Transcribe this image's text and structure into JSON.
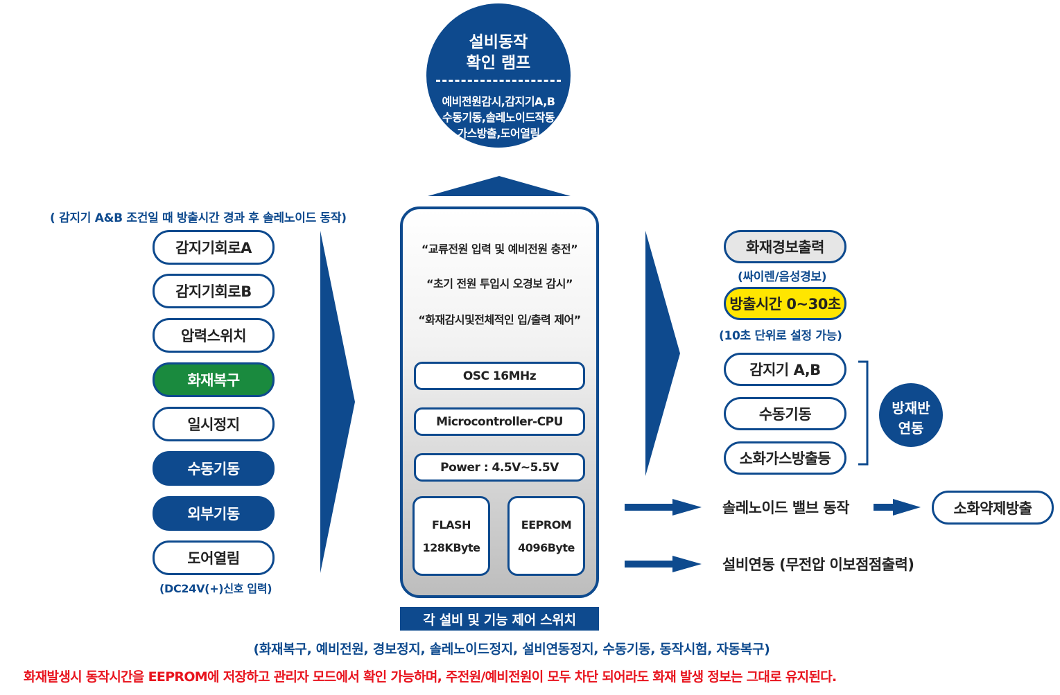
{
  "lamp": {
    "title_line1": "설비동작",
    "title_line2": "확인 램프",
    "items_line1": "예비전원감시,감지기A,B",
    "items_line2": "수동기동,솔레노이드작동",
    "items_line3": "가스방출,도어열림"
  },
  "inputs": {
    "header_note": "( 감지기 A&B 조건일 때 방출시간 경과 후 솔레노이드 동작)",
    "items": [
      "감지기회로A",
      "감지기회로B",
      "압력스위치",
      "화재복구",
      "일시정지",
      "수동기동",
      "외부기동",
      "도어열림"
    ],
    "footer_note": "(DC24V(+)신호 입력)"
  },
  "controller": {
    "quotes": [
      "“교류전원 입력 및 예비전원 충전”",
      "“초기 전원 투입시 오경보 감시”",
      "“화재감시및전체적인 입/출력 제어”"
    ],
    "specs": [
      "OSC 16MHz",
      "Microcontroller-CPU",
      "Power : 4.5V~5.5V"
    ],
    "flash": {
      "name": "FLASH",
      "size": "128KByte"
    },
    "eeprom": {
      "name": "EEPROM",
      "size": "4096Byte"
    },
    "switch_label": "각 설비 및 기능 제어 스위치",
    "switch_note": "(화재복구, 예비전원, 경보정지, 솔레노이드정지, 설비연동정지, 수동기동, 동작시험, 자동복구)"
  },
  "outputs": {
    "fire_alarm": "화재경보출력",
    "fire_alarm_note": "(싸이렌/음성경보)",
    "discharge_time": "방출시간 0~30초",
    "discharge_note": "(10초 단위로 설정 가능)",
    "linked": [
      "감지기 A,B",
      "수동기동",
      "소화가스방출등"
    ],
    "panel_line1": "방재반",
    "panel_line2": "연동",
    "solenoid": "솔레노이드 밸브 동작",
    "extinguish": "소화약제방출",
    "equipment": "설비연동 (무전압 이보점점출력)"
  },
  "footer": "화재발생시 동작시간을 EEPROM에 저장하고 관리자 모드에서 확인 가능하며, 주전원/예비전원이 모두 차단 되어라도 화재 발생 정보는 그대로 유지된다.",
  "colors": {
    "primary": "#0e4a8e",
    "green": "#1a8a3e",
    "yellow": "#ffe600",
    "red": "#e8141e",
    "gray": "#e6e6e6"
  }
}
